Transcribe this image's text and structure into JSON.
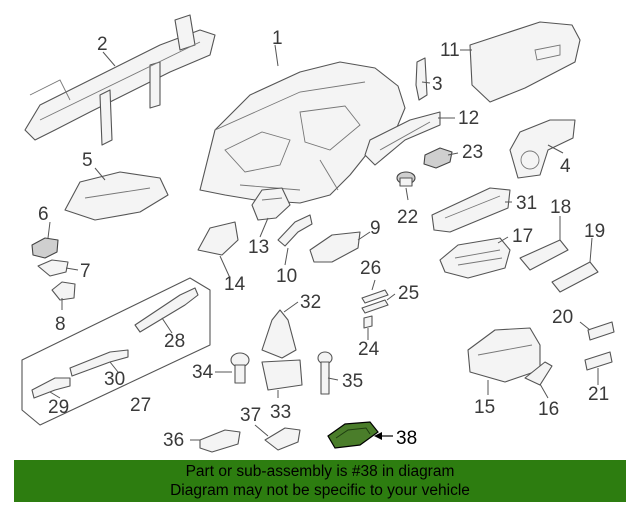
{
  "diagram": {
    "highlighted_part": "38",
    "highlight_color": "#2d7d10",
    "callouts": {
      "c1": "1",
      "c2": "2",
      "c3": "3",
      "c4": "4",
      "c5": "5",
      "c6": "6",
      "c7": "7",
      "c8": "8",
      "c9": "9",
      "c10": "10",
      "c11": "11",
      "c12": "12",
      "c13": "13",
      "c14": "14",
      "c15": "15",
      "c16": "16",
      "c17": "17",
      "c18": "18",
      "c19": "19",
      "c20": "20",
      "c21": "21",
      "c22": "22",
      "c23": "23",
      "c24": "24",
      "c25": "25",
      "c26": "26",
      "c27": "27",
      "c28": "28",
      "c29": "29",
      "c30": "30",
      "c31": "31",
      "c32": "32",
      "c33": "33",
      "c34": "34",
      "c35": "35",
      "c36": "36",
      "c37": "37",
      "c38": "38"
    }
  },
  "banner": {
    "line1": "Part or sub-assembly is #38 in diagram",
    "line2": "Diagram may not be specific to your vehicle",
    "background": "#2d7d10"
  }
}
